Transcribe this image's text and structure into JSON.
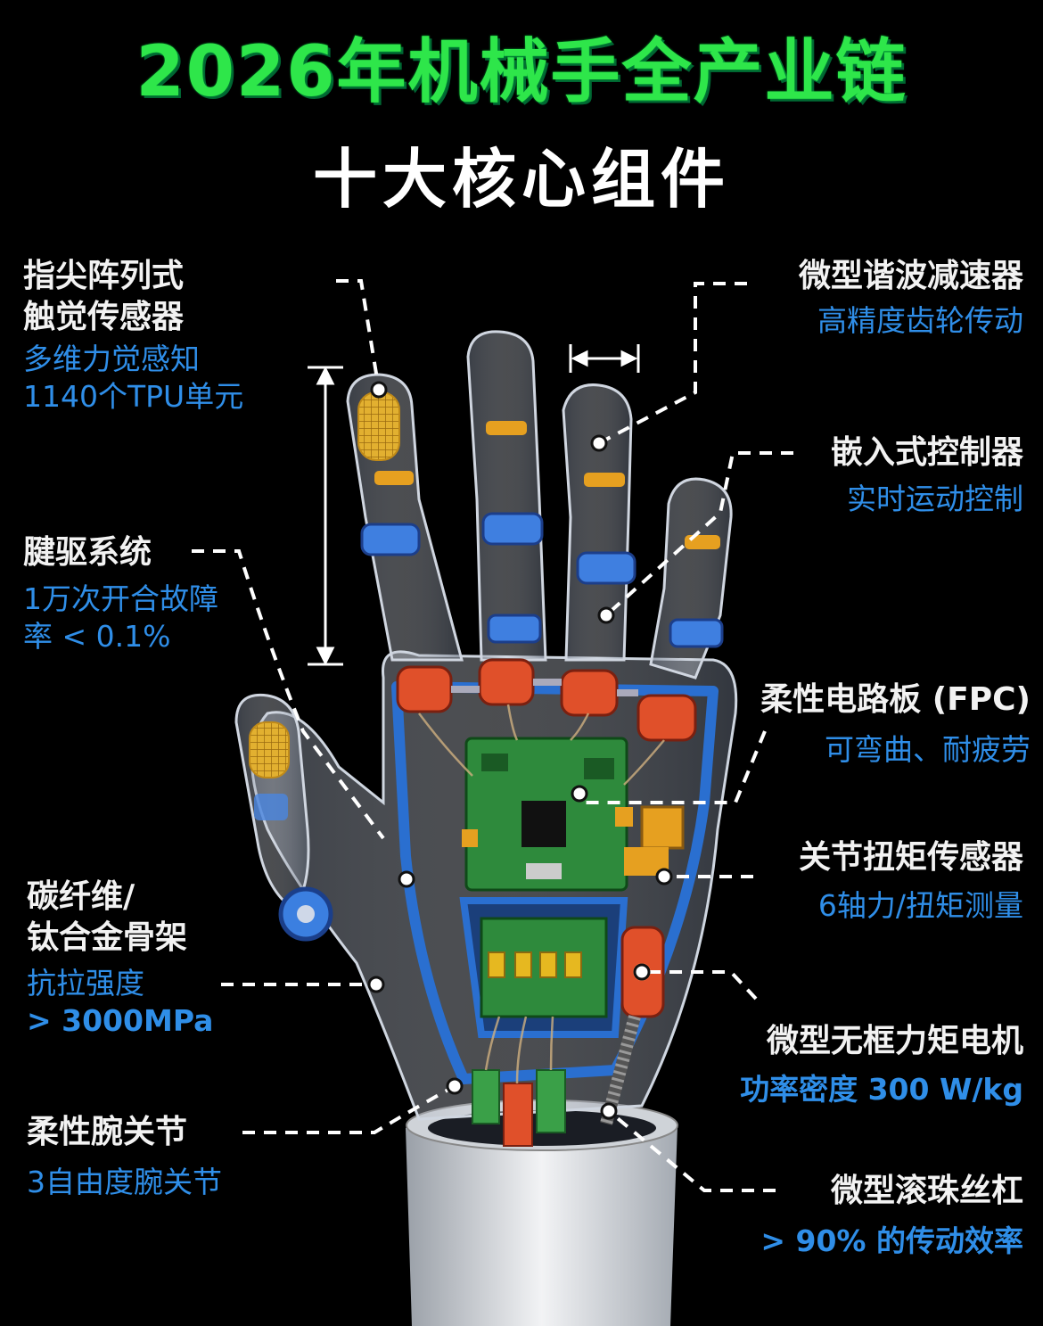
{
  "title": "2026年机械手全产业链",
  "subtitle": "十大核心组件",
  "callouts": {
    "fingertip": {
      "title_l1": "指尖阵列式",
      "title_l2": "触觉传感器",
      "desc_l1": "多维力觉感知",
      "desc_l2": "1140个TPU单元"
    },
    "tendon": {
      "title": "腱驱系统",
      "desc_l1": "1万次开合故障",
      "desc_l2": "率 < 0.1%"
    },
    "skeleton": {
      "title_l1": "碳纤维/",
      "title_l2": "钛合金骨架",
      "desc_l1": "抗拉强度",
      "desc_l2": "> 3000MPa"
    },
    "wrist": {
      "title": "柔性腕关节",
      "desc": "3自由度腕关节"
    },
    "reducer": {
      "title": "微型谐波减速器",
      "desc": "高精度齿轮传动"
    },
    "controller": {
      "title": "嵌入式控制器",
      "desc": "实时运动控制"
    },
    "fpc": {
      "title": "柔性电路板 (FPC)",
      "desc": "可弯曲、耐疲劳"
    },
    "torque_sensor": {
      "title": "关节扭矩传感器",
      "desc": "6轴力/扭矩测量"
    },
    "motor": {
      "title": "微型无框力矩电机",
      "desc": "功率密度 300 W/kg"
    },
    "ballscrew": {
      "title": "微型滚珠丝杠",
      "desc": "> 90% 的传动效率"
    }
  },
  "colors": {
    "title": "#2ee64a",
    "desc": "#2f8ee8",
    "frame": "#2a6fd0",
    "motor": "#e0502a",
    "pcb": "#2e8a3c",
    "sensor": "#e0a020"
  }
}
